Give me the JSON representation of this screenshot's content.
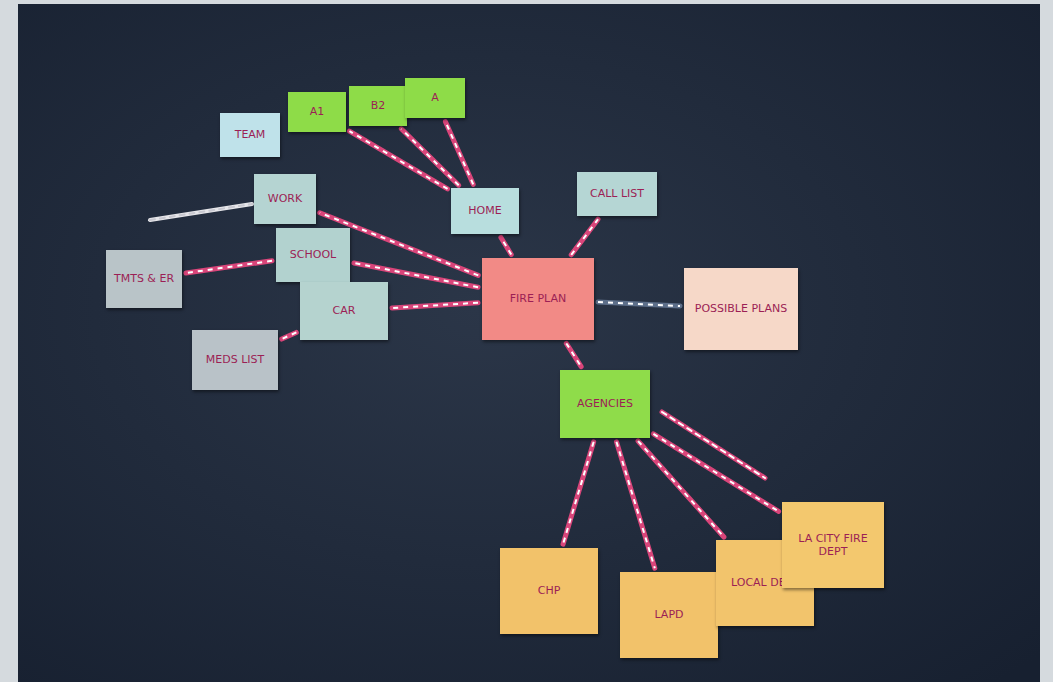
{
  "diagram": {
    "nodes": [
      {
        "text": [
          "TEAM"
        ]
      },
      {
        "text": [
          "A1"
        ]
      },
      {
        "text": [
          "B2"
        ]
      },
      {
        "text": [
          "A"
        ]
      },
      {
        "text": [
          "WORK"
        ]
      },
      {
        "text": [
          "HOME"
        ]
      },
      {
        "text": [
          "CALL LIST"
        ]
      },
      {
        "text": [
          "TMTS & ER"
        ]
      },
      {
        "text": [
          "SCHOOL"
        ]
      },
      {
        "text": [
          "FIRE PLAN"
        ]
      },
      {
        "text": [
          "POSSIBLE PLANS"
        ]
      },
      {
        "text": [
          "CAR"
        ]
      },
      {
        "text": [
          "MEDS LIST"
        ]
      },
      {
        "text": [
          "AGENCIES"
        ]
      },
      {
        "text": [
          "CHP"
        ]
      },
      {
        "text": [
          "LAPD"
        ]
      },
      {
        "text": [
          "LOCAL DEPT"
        ]
      },
      {
        "text": [
          "LA CITY FIRE DEPT"
        ]
      }
    ],
    "edges": [
      {
        "from": 9,
        "to": 5,
        "arrow": "none"
      },
      {
        "from": 5,
        "to": 1,
        "arrow": "none"
      },
      {
        "from": 5,
        "to": 2,
        "arrow": "none"
      },
      {
        "from": 5,
        "to": 3,
        "arrow": "none"
      },
      {
        "from": 9,
        "to": 6,
        "arrow": "none"
      },
      {
        "from": 9,
        "to": 4,
        "arrow": "none"
      },
      {
        "from": 9,
        "to": 8,
        "arrow": "none"
      },
      {
        "from": 9,
        "to": 11,
        "arrow": "none"
      },
      {
        "from": 9,
        "to": 10,
        "arrow": "none"
      },
      {
        "from": 9,
        "to": 13,
        "arrow": "none"
      },
      {
        "from": 13,
        "to": 14,
        "arrow": "none"
      },
      {
        "from": 13,
        "to": 15,
        "arrow": "none"
      },
      {
        "from": 13,
        "to": 16,
        "arrow": "none"
      },
      {
        "from": 13,
        "to": 17,
        "arrow": "none"
      },
      {
        "from": 8,
        "to": 7,
        "arrow": "none"
      },
      {
        "from": 11,
        "to": 12,
        "arrow": "none"
      }
    ]
  }
}
